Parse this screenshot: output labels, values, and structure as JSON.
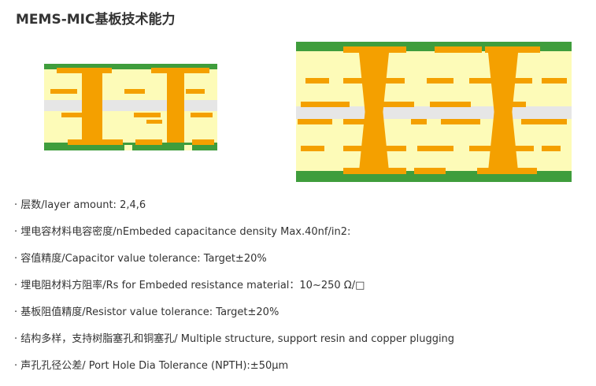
{
  "title": "MEMS-MIC基板技术能力",
  "colors": {
    "green": "#3f9d3c",
    "copper": "#f4a000",
    "dielectric": "#fdfbb8",
    "core": "#e6e6e6"
  },
  "specs": [
    "· 层数/layer  amount:  2,4,6",
    "· 埋电容材料电容密度/nEmbeded  capacitance density  Max.40nf/in2:",
    "· 容值精度/Capacitor value tolerance: Target±20%",
    "· 埋电阻材料方阻率/Rs for Embeded resistance material：10~250 Ω/□",
    "· 基板阻值精度/Resistor value tolerance: Target±20%",
    "· 结构多样，支持树脂塞孔和铜塞孔/ Multiple  structure, support resin and copper plugging",
    "· 声孔孔径公差/ Port Hole Dia Tolerance (NPTH):±50μm"
  ]
}
